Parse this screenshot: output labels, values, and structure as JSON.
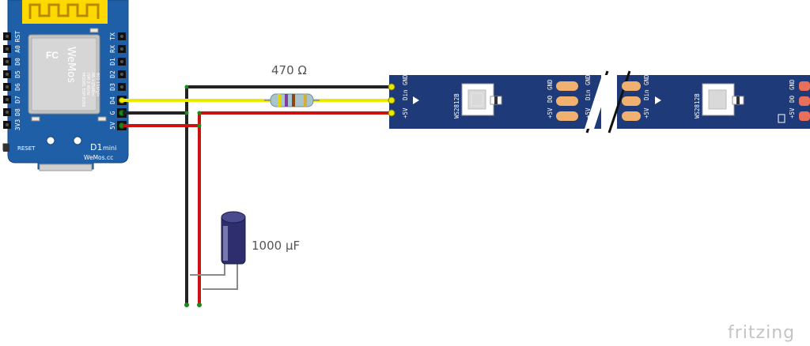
{
  "resistor": {
    "label": "470 Ω"
  },
  "capacitor": {
    "label": "1000 µF"
  },
  "watermark": "fritzing",
  "board": {
    "name": "D1",
    "name_suffix": "mini",
    "site": "WeMos.cc",
    "reset": "RESET",
    "left_pins": [
      "RST",
      "A0",
      "D0",
      "D5",
      "D6",
      "D7",
      "D8",
      "3V3"
    ],
    "right_pins": [
      "TX",
      "RX",
      "D1",
      "D2",
      "D3",
      "D4",
      "G",
      "5V"
    ],
    "module": {
      "lines": [
        "MODEL  ESP-8266",
        "ISM 2.4GHz",
        "PA +25dBm",
        "802.11b/g/n"
      ],
      "brand": "WeMos"
    }
  },
  "strip": {
    "chip": "WS2812B",
    "in_pins": [
      "+5V",
      "Din",
      "GND"
    ],
    "out_pins": [
      "+5V",
      "DO",
      "GND"
    ]
  },
  "colors": {
    "board": "#1f5fa8",
    "strip": "#1e3a78",
    "wire_red": "#cc1111",
    "wire_black": "#222222",
    "wire_yellow": "#f0f000",
    "pad": "#f0b070"
  }
}
